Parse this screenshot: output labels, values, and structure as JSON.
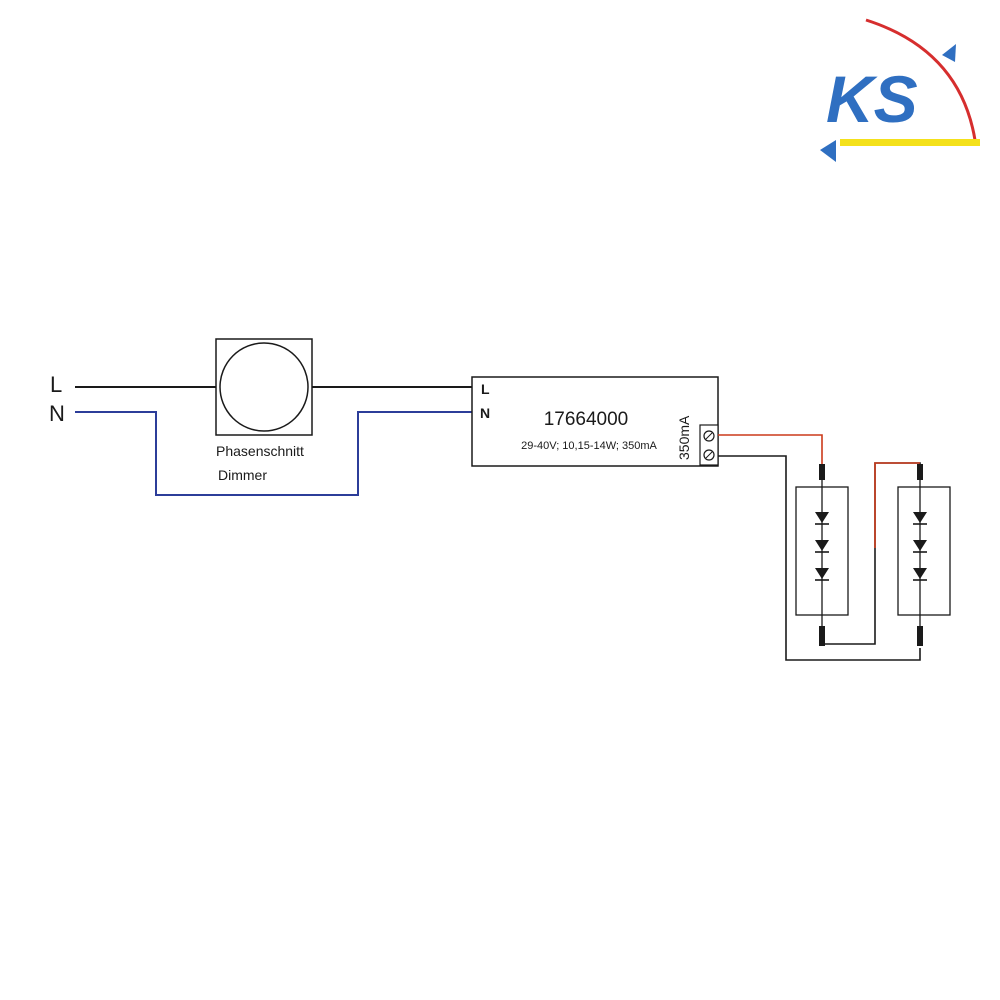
{
  "logo": {
    "text": "KS",
    "colors": {
      "blue": "#2f6fc1",
      "red": "#d62e2e",
      "yellow": "#f4e11b"
    }
  },
  "mains": {
    "line_label": "L",
    "neutral_label": "N"
  },
  "dimmer": {
    "label_line1": "Phasenschnitt",
    "label_line2": "Dimmer"
  },
  "driver": {
    "input_L": "L",
    "input_N": "N",
    "model": "17664000",
    "specs": "29-40V; 10,15-14W; 350mA",
    "output_label": "350mA"
  },
  "wire_colors": {
    "line": "#1a1a1a",
    "neutral": "#2c3d99",
    "positive": "#cc3a1a",
    "negative": "#1a1a1a"
  },
  "led_modules": [
    {
      "name": "led-module-1",
      "led_count": 3
    },
    {
      "name": "led-module-2",
      "led_count": 3
    }
  ]
}
